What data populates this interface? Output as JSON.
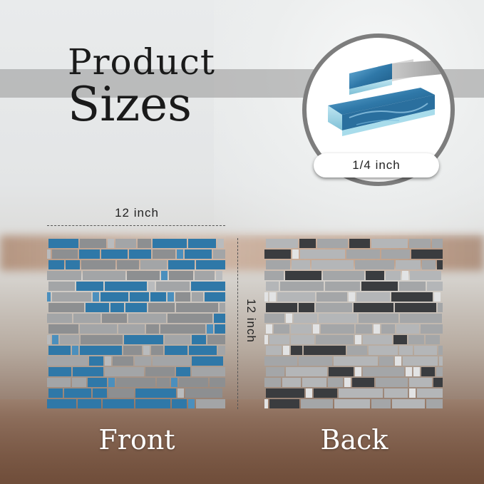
{
  "title": {
    "line1": "Product",
    "line2": "Sizes"
  },
  "thickness_label": "1/4 inch",
  "width_label": "12 inch",
  "height_label": "12 inch",
  "front_label": "Front",
  "back_label": "Back",
  "colors": {
    "glass_blue": "#2f78a8",
    "stone_gray": "#8d8f91",
    "back_gray": "#a4a6a8",
    "dark_chip": "#3a3c3f"
  }
}
